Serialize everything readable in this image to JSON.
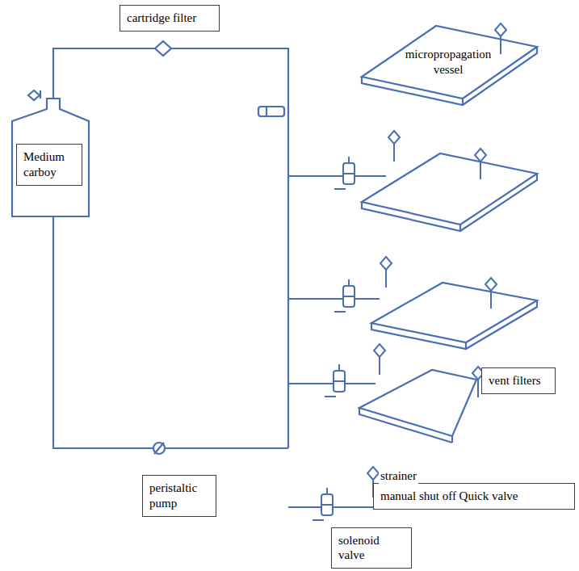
{
  "diagram": {
    "nodes": [
      {
        "text": [
          "cartridge filter"
        ]
      },
      {
        "text": [
          "Medium carboy"
        ]
      },
      {
        "text": [
          "micropropagation vessel"
        ]
      },
      {
        "text": [
          "vent filters"
        ]
      },
      {
        "text": [
          "peristaltic pump"
        ]
      },
      {
        "text": [
          "strainer",
          "manual shut off Quick valve"
        ]
      },
      {
        "text": [
          "solenoid valve"
        ]
      }
    ]
  }
}
